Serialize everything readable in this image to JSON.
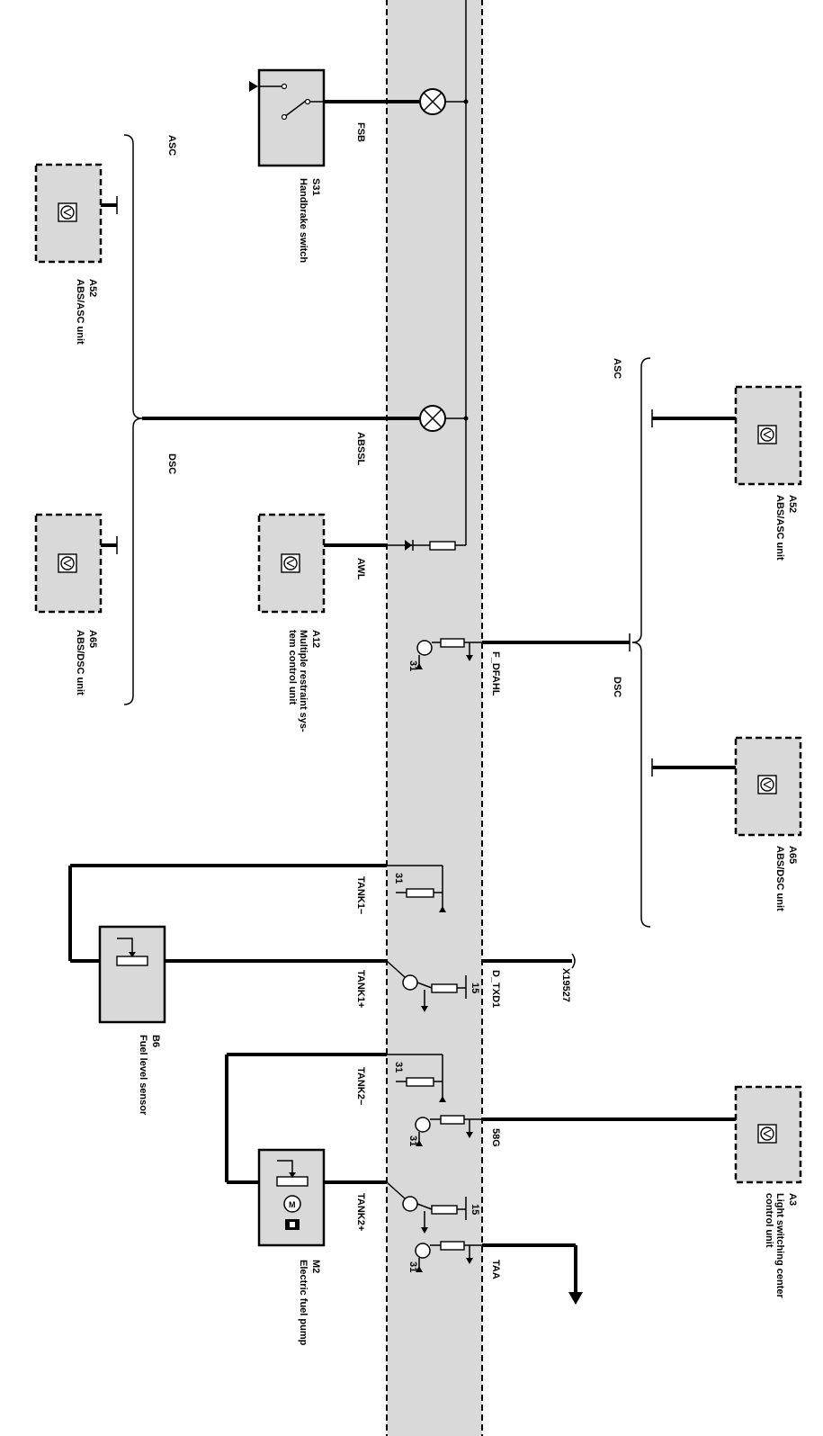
{
  "components": {
    "s31": {
      "id": "S31",
      "name": "Handbrake switch"
    },
    "a52_left": {
      "id": "A52",
      "name": "ABS/ASC unit"
    },
    "a65_left": {
      "id": "A65",
      "name": "ABS/DSC unit"
    },
    "a12": {
      "id": "A12",
      "name_line1": "Multiple restraint sys-",
      "name_line2": "tem control unit"
    },
    "a52_right": {
      "id": "A52",
      "name": "ABS/ASC unit"
    },
    "a65_right": {
      "id": "A65",
      "name": "ABS/DSC unit"
    },
    "b6": {
      "id": "B6",
      "name": "Fuel level sensor"
    },
    "m2": {
      "id": "M2",
      "name": "Electric fuel pump"
    },
    "a3": {
      "id": "A3",
      "name_line1": "Light switching center",
      "name_line2": "control unit"
    },
    "x19527": {
      "id": "X19527"
    }
  },
  "signals": {
    "fsb": "FSB",
    "abssl": "ABSSL",
    "awl": "AWL",
    "f_dfahl": "F_DFAHL",
    "tank1_minus": "TANK1−",
    "tank1_plus": "TANK1+",
    "d_txd1": "D_TXD1",
    "tank2_minus": "TANK2−",
    "g58": "58G",
    "tank2_plus": "TANK2+",
    "taa": "TAA"
  },
  "variants": {
    "asc_left": "ASC",
    "dsc_left": "DSC",
    "asc_right": "ASC",
    "dsc_right": "DSC"
  },
  "pins": {
    "p31_a": "31",
    "p31_b": "31",
    "p31_c": "31",
    "p31_d": "31",
    "p31_e": "31",
    "p15_a": "15",
    "p15_b": "15"
  },
  "colors": {
    "component_fill": "#d9d9d9",
    "line": "#000000",
    "background": "#ffffff"
  }
}
